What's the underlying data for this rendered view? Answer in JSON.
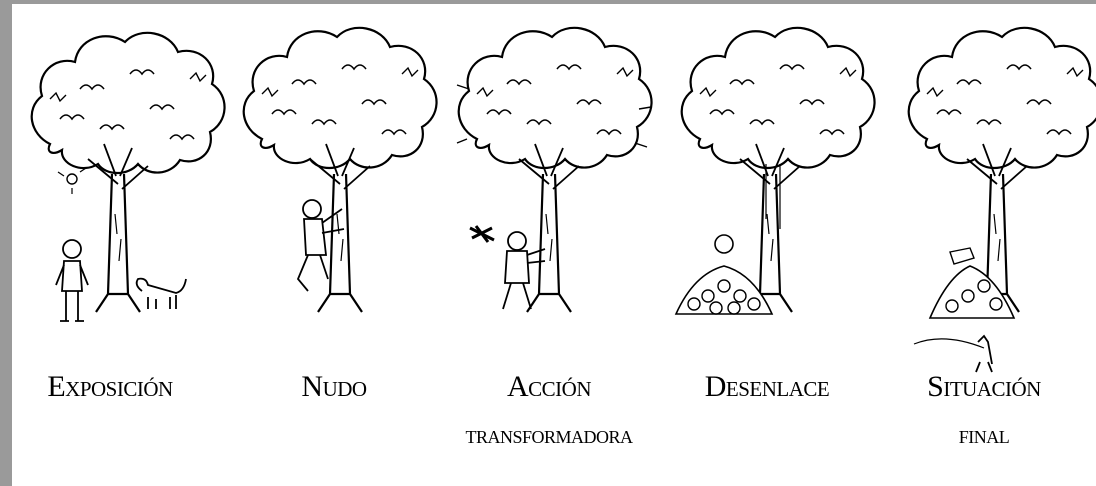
{
  "stages": [
    {
      "id": "exposicion",
      "lines": [
        "Exposición"
      ]
    },
    {
      "id": "nudo",
      "lines": [
        "Nudo"
      ]
    },
    {
      "id": "accion",
      "lines": [
        "Acción",
        "transformadora"
      ]
    },
    {
      "id": "desenlace",
      "lines": [
        "Desenlace"
      ]
    },
    {
      "id": "situacion",
      "lines": [
        "Situación",
        "final"
      ]
    }
  ],
  "colors": {
    "frame": "#9a9a9a",
    "ink": "#000000",
    "background": "#ffffff"
  }
}
